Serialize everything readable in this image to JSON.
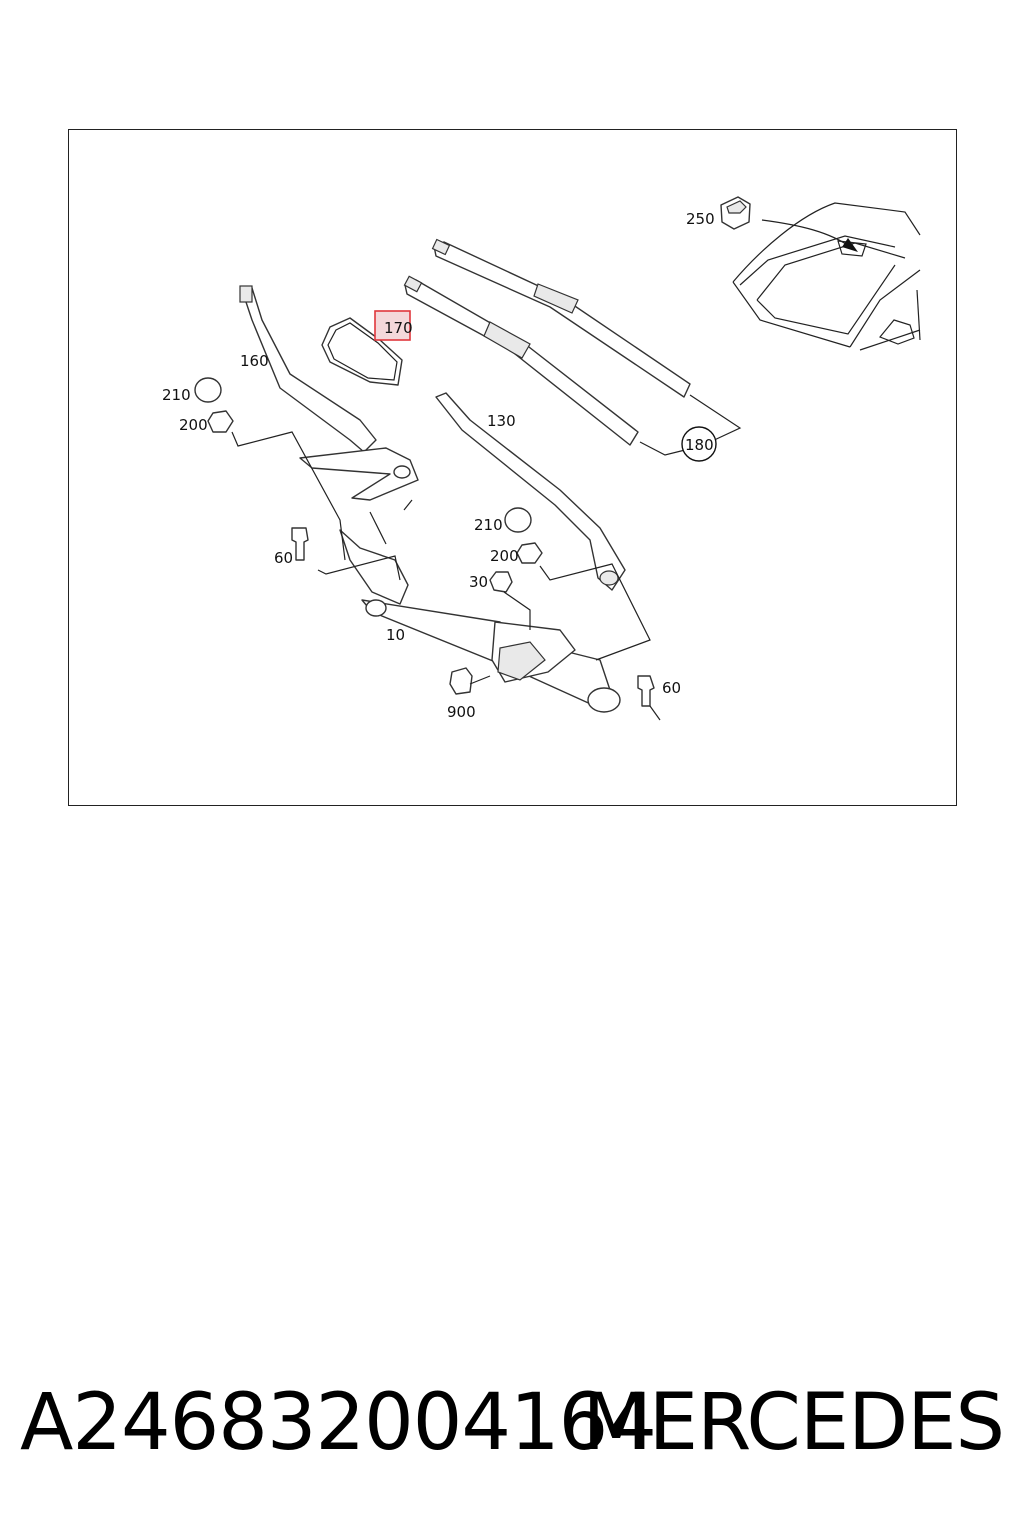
{
  "diagram": {
    "callouts": {
      "c250": "250",
      "c170": "170",
      "c160": "160",
      "c210a": "210",
      "c200a": "200",
      "c130": "130",
      "c180": "180",
      "c210b": "210",
      "c200b": "200",
      "c60a": "60",
      "c30": "30",
      "c10": "10",
      "c60b": "60",
      "c900": "900"
    },
    "highlight_color": "#e0373c"
  },
  "footer": {
    "part_number": "A246832004164",
    "brand": "MERCEDES"
  }
}
